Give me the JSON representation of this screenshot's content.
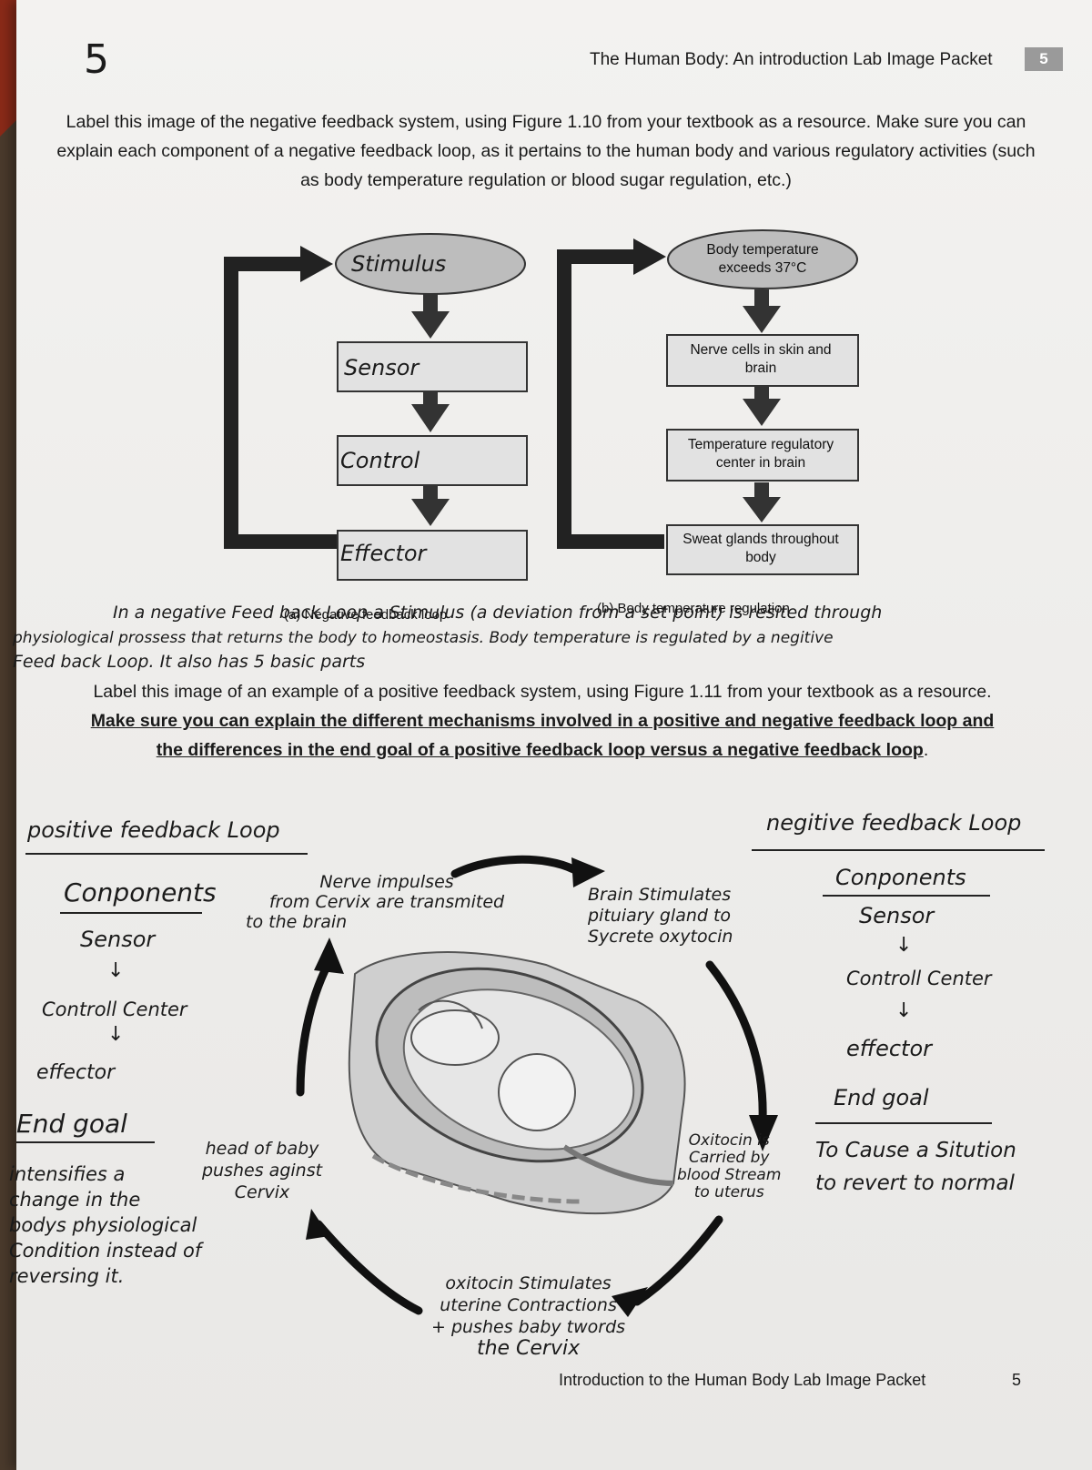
{
  "header": {
    "title": "The Human Body: An introduction Lab Image Packet",
    "page_badge": "5",
    "handwritten_page": "5"
  },
  "instructions_negative": "Label this image of the negative feedback system, using Figure 1.10 from your textbook as a resource.  Make sure you can explain each component of a negative feedback loop, as it pertains to the human body and various regulatory activities (such as body temperature regulation or blood sugar regulation, etc.)",
  "figure_a": {
    "stimulus": "Stimulus",
    "sensor": "Sensor",
    "control": "Control",
    "effector": "Effector",
    "caption": "(a) Negative feedback loop"
  },
  "figure_b": {
    "stimulus": "Body temperature exceeds 37°C",
    "sensor": "Nerve cells in skin and brain",
    "control": "Temperature regulatory center in brain",
    "effector": "Sweat glands throughout body",
    "caption": "(b) Body temperature regulation"
  },
  "handwritten_note": [
    "In a negative Feed back Loop a Stimulus (a deviation from a set point) is resited through",
    "physiological prossess that returns the body to homeostasis. Body temperature is regulated by a negitive",
    "Feed back Loop. It also has 5 basic parts"
  ],
  "instructions_positive": {
    "part1": "Label this image of an example of a positive feedback system, using Figure 1.11 from your textbook as a resource.",
    "part2": "Make sure you can explain the different mechanisms involved in a positive and negative feedback loop and the differences in the end goal of a positive feedback loop versus a negative feedback loop",
    "part3": "."
  },
  "positive_column": {
    "title": "positive feedback Loop",
    "components": "Conponents",
    "step1": "Sensor",
    "step2": "Controll Center",
    "step3": "effector",
    "end_goal": "End goal",
    "end_text": [
      "intensifies a",
      "change in the",
      "bodys physiological",
      "Condition instead of",
      "reversing it."
    ]
  },
  "negative_column": {
    "title": "negitive feedback Loop",
    "components": "Conponents",
    "step1": "Sensor",
    "step2": "Controll Center",
    "step3": "effector",
    "end_goal": "End goal",
    "end_text": [
      "To Cause a Sitution",
      "to revert to normal"
    ]
  },
  "cycle_labels": {
    "top_left": [
      "Nerve impulses",
      "from Cervix are transmited",
      "to the brain"
    ],
    "top_right": [
      "Brain Stimulates",
      "pituiary gland to",
      "Sycrete oxytocin"
    ],
    "right": [
      "Oxitocin is",
      "Carried by",
      "blood Stream",
      "to uterus"
    ],
    "bottom": [
      "oxitocin Stimulates",
      "uterine Contractions",
      "+ pushes baby twords",
      "the Cervix"
    ],
    "left": [
      "head of baby",
      "pushes aginst",
      "Cervix"
    ]
  },
  "footer": {
    "title": "Introduction to the Human Body Lab Image Packet",
    "page": "5"
  }
}
